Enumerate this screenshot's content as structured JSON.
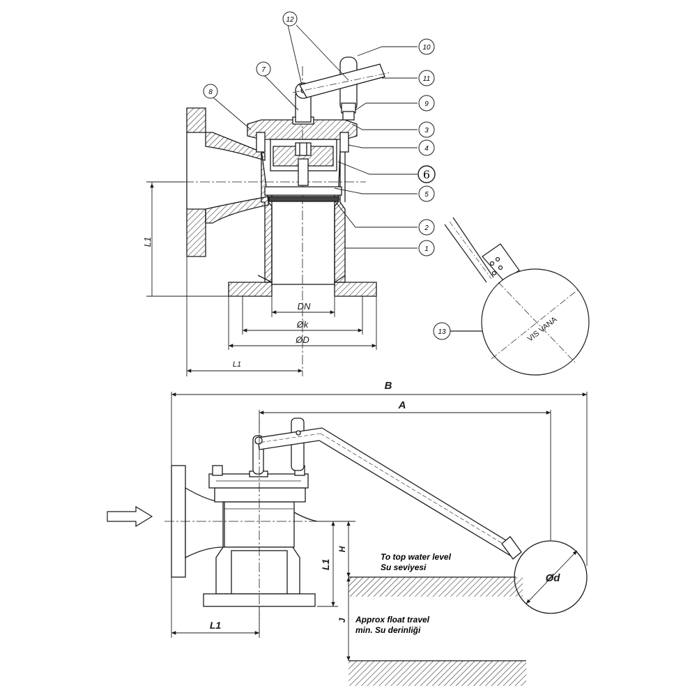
{
  "parts": [
    {
      "no": "1"
    },
    {
      "no": "2"
    },
    {
      "no": "3"
    },
    {
      "no": "4"
    },
    {
      "no": "5"
    },
    {
      "no": "6"
    },
    {
      "no": "7"
    },
    {
      "no": "8"
    },
    {
      "no": "9"
    },
    {
      "no": "10"
    },
    {
      "no": "11"
    },
    {
      "no": "12"
    },
    {
      "no": "13"
    }
  ],
  "dims": {
    "L1": "L1",
    "DN": "DN",
    "k": "Øk",
    "D": "ØD",
    "B": "B",
    "A": "A",
    "H": "H",
    "J": "J",
    "d": "Ød"
  },
  "float_label": "VIS VANA",
  "notes": {
    "top_level_en": "To top water level",
    "top_level_tr": "Su  seviyesi",
    "travel_en": "Approx float travel",
    "travel_tr": "min. Su derinliği"
  },
  "colors": {
    "line": "#1a1a1a",
    "hatch": "#333333"
  }
}
